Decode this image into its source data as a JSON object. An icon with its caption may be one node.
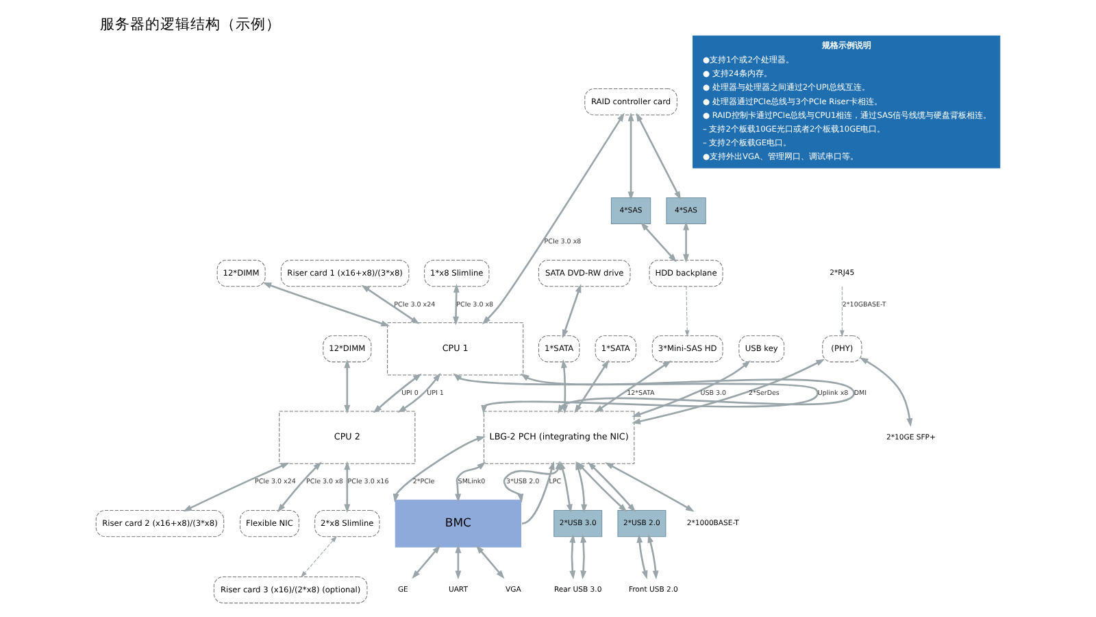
{
  "diagram": {
    "title": "服务器的逻辑结构（示例）",
    "nodes": [
      {
        "text": [
          "12*DIMM"
        ]
      },
      {
        "text": [
          "12*DIMM"
        ]
      },
      {
        "text": [
          "CPU 1"
        ]
      },
      {
        "text": [
          "CPU 2"
        ]
      },
      {
        "text": [
          "Riser card 1 (x16+x8)/(3*x8)"
        ]
      },
      {
        "text": [
          "1*x8 Slimline"
        ]
      },
      {
        "text": [
          "RAID controller card"
        ]
      },
      {
        "text": [
          "4*SAS"
        ]
      },
      {
        "text": [
          "4*SAS"
        ]
      },
      {
        "text": [
          "HDD backplane"
        ]
      },
      {
        "text": [
          "SATA DVD-RW drive"
        ]
      },
      {
        "text": [
          "1*SATA"
        ]
      },
      {
        "text": [
          "1*SATA"
        ]
      },
      {
        "text": [
          "3*Mini-SAS HD"
        ]
      },
      {
        "text": [
          "USB key"
        ]
      },
      {
        "text": [
          "(PHY)"
        ]
      },
      {
        "text": [
          "LBG-2 PCH (integrating the NIC)"
        ]
      },
      {
        "text": [
          "BMC"
        ]
      },
      {
        "text": [
          "Riser card 2 (x16+x8)/(3*x8)"
        ]
      },
      {
        "text": [
          "Flexible NIC"
        ]
      },
      {
        "text": [
          "2*x8 Slimline"
        ]
      },
      {
        "text": [
          "Riser card 3 (x16)/(2*x8) (optional)"
        ]
      },
      {
        "text": [
          "2*USB 3.0"
        ]
      },
      {
        "text": [
          "2*USB 2.0"
        ]
      },
      {
        "text": [
          "GE"
        ]
      },
      {
        "text": [
          "UART"
        ]
      },
      {
        "text": [
          "VGA"
        ]
      },
      {
        "text": [
          "Rear USB 3.0"
        ]
      },
      {
        "text": [
          "Front USB 2.0"
        ]
      },
      {
        "text": [
          "2*10GE SFP+"
        ]
      },
      {
        "text": [
          "2*RJ45"
        ]
      },
      {
        "text": [
          "规格示例说明",
          "●支持1个或2个处理器。",
          "● 支持24条内存。",
          "● 处理器与处理器之间通过2个UPI总线互连。",
          "● 处理器通过PCIe总线与3个PCIe Riser卡相连。",
          "● RAID控制卡通过PCIe总线与CPU1相连，通过SAS信号线缆与硬盘背板相连。",
          "– 支持2个板载10GE光口或者2个板载10GE电口。",
          "– 支持2个板载GE电口。",
          "●支持外出VGA、管理网口、调试串口等。"
        ]
      },
      {
        "text": [
          "2*1000BASE-T"
        ]
      }
    ],
    "edges": [
      {
        "from": 0,
        "to": 2,
        "arrow": "both"
      },
      {
        "from": 1,
        "to": 3,
        "arrow": "both"
      },
      {
        "from": 2,
        "to": 3,
        "arrow": "both",
        "label": "UPI 0"
      },
      {
        "from": 2,
        "to": 3,
        "arrow": "both",
        "label": "UPI 1"
      },
      {
        "from": 4,
        "to": 2,
        "arrow": "both",
        "label": "PCIe 3.0 x24"
      },
      {
        "from": 5,
        "to": 2,
        "arrow": "both",
        "label": "PCIe 3.0 x8"
      },
      {
        "from": 6,
        "to": 2,
        "arrow": "both",
        "label": "PCIe 3.0 x8"
      },
      {
        "from": 3,
        "to": 18,
        "arrow": "both",
        "label": "PCIe 3.0 x24"
      },
      {
        "from": 3,
        "to": 19,
        "arrow": "both",
        "label": "PCIe 3.0 x8"
      },
      {
        "from": 3,
        "to": 20,
        "arrow": "both",
        "label": "PCIe 3.0 x16"
      },
      {
        "from": 20,
        "to": 21,
        "arrow": "both",
        "style": "dashed"
      },
      {
        "from": 6,
        "to": 7,
        "arrow": "both"
      },
      {
        "from": 6,
        "to": 8,
        "arrow": "both"
      },
      {
        "from": 7,
        "to": 9,
        "arrow": "both"
      },
      {
        "from": 8,
        "to": 9,
        "arrow": "both"
      },
      {
        "from": 9,
        "to": 13,
        "arrow": "to",
        "style": "dashed"
      },
      {
        "from": 10,
        "to": 11,
        "arrow": "both"
      },
      {
        "from": 16,
        "to": 11,
        "arrow": "both"
      },
      {
        "from": 16,
        "to": 2,
        "arrow": "both",
        "label": "Uplink x8"
      },
      {
        "from": 16,
        "to": 2,
        "arrow": "both",
        "label": "DMI"
      },
      {
        "from": 12,
        "to": 16,
        "arrow": "both"
      },
      {
        "from": 13,
        "to": 16,
        "arrow": "both",
        "label": "12*SATA"
      },
      {
        "from": 14,
        "to": 16,
        "arrow": "both",
        "label": "USB 3.0"
      },
      {
        "from": 15,
        "to": 16,
        "arrow": "both",
        "label": "2*SerDes"
      },
      {
        "from": 15,
        "to": 29,
        "arrow": "both"
      },
      {
        "from": 30,
        "to": 15,
        "arrow": "to",
        "style": "dashed",
        "label": "2*10GBASE-T"
      },
      {
        "from": 16,
        "to": 17,
        "arrow": "both",
        "label": "2*PCIe"
      },
      {
        "from": 16,
        "to": 17,
        "arrow": "both",
        "label": "SMLink0"
      },
      {
        "from": 16,
        "to": 17,
        "arrow": "both",
        "label": "3*USB 2.0"
      },
      {
        "from": 17,
        "to": 16,
        "arrow": "to",
        "label": "LPC"
      },
      {
        "from": 16,
        "to": 32,
        "arrow": "both"
      },
      {
        "from": 17,
        "to": 24,
        "arrow": "both"
      },
      {
        "from": 17,
        "to": 25,
        "arrow": "both"
      },
      {
        "from": 17,
        "to": 26,
        "arrow": "both"
      },
      {
        "from": 16,
        "to": 22,
        "arrow": "both"
      },
      {
        "from": 16,
        "to": 22,
        "arrow": "both"
      },
      {
        "from": 16,
        "to": 23,
        "arrow": "both"
      },
      {
        "from": 16,
        "to": 23,
        "arrow": "both"
      },
      {
        "from": 22,
        "to": 27,
        "arrow": "both"
      },
      {
        "from": 22,
        "to": 27,
        "arrow": "both"
      },
      {
        "from": 23,
        "to": 28,
        "arrow": "both"
      },
      {
        "from": 23,
        "to": 28,
        "arrow": "both"
      }
    ]
  }
}
